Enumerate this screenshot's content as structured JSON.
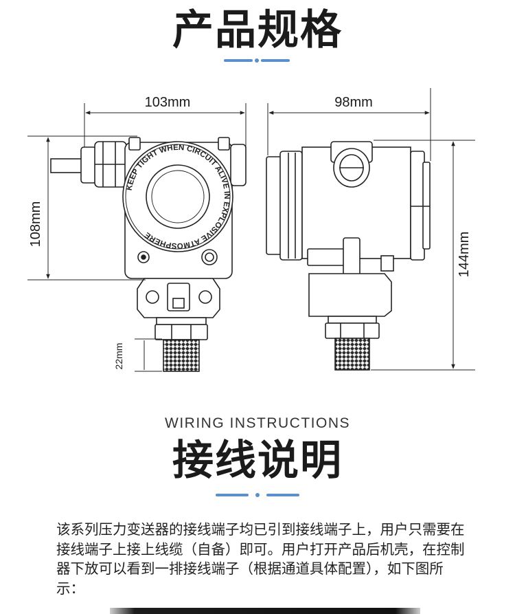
{
  "spec": {
    "title": "产品规格",
    "accent_color": "#5b8fc9",
    "front_view": {
      "width_label": "103mm",
      "height_label": "108mm",
      "thread_label": "22mm",
      "ring_text": "KEEP TIGHT WHEN CIRCUIT ALIVE IN EXPLOSIVE ATMOSPHERE"
    },
    "side_view": {
      "width_label": "98mm",
      "height_label": "144mm"
    }
  },
  "wiring": {
    "subtitle": "WIRING INSTRUCTIONS",
    "title": "接线说明",
    "description": "该系列压力变送器的接线端子均已引到接线端子上，用户只需要在接线端子上接上线缆（自备）即可。用户打开产品后机壳，在控制器下放可以看到一排接线端子（根据通道具体配置），如下图所示："
  }
}
